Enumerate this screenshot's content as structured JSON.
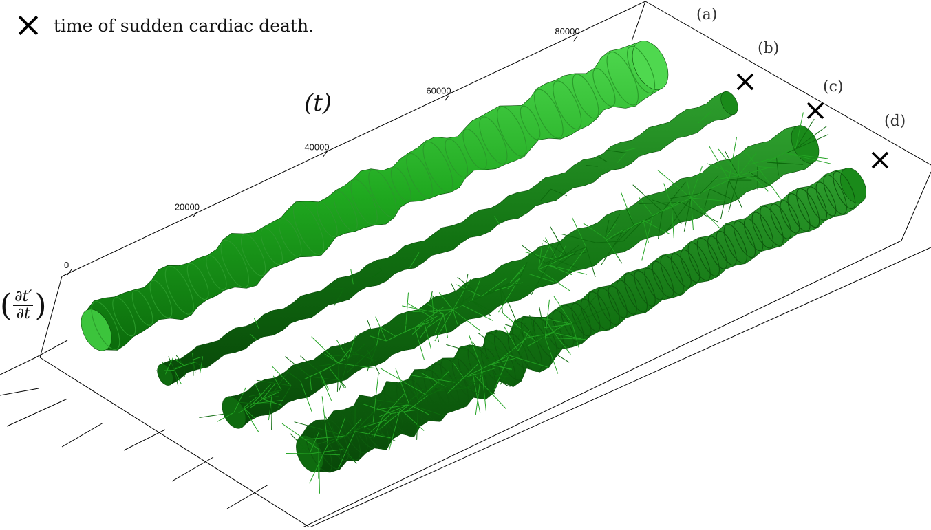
{
  "legend": {
    "marker": "x-mark",
    "text": "time of sudden cardiac death."
  },
  "chart_data": {
    "type": "3d-surface",
    "t_axis": {
      "label": "(t)",
      "ticks": [
        "0",
        "20000",
        "40000",
        "60000",
        "80000"
      ]
    },
    "value_axis": {
      "label_numerator": "∂t′",
      "label_denominator": "∂t"
    },
    "series": [
      {
        "name": "(a)",
        "sudden_death_marked": false
      },
      {
        "name": "(b)",
        "sudden_death_marked": true
      },
      {
        "name": "(c)",
        "sudden_death_marked": true
      },
      {
        "name": "(d)",
        "sudden_death_marked": true
      }
    ],
    "colors": {
      "tube_dark": "#0a5a0a",
      "tube_mid": "#1e9a1e",
      "tube_light": "#4fd84f",
      "box": "#000000"
    }
  }
}
